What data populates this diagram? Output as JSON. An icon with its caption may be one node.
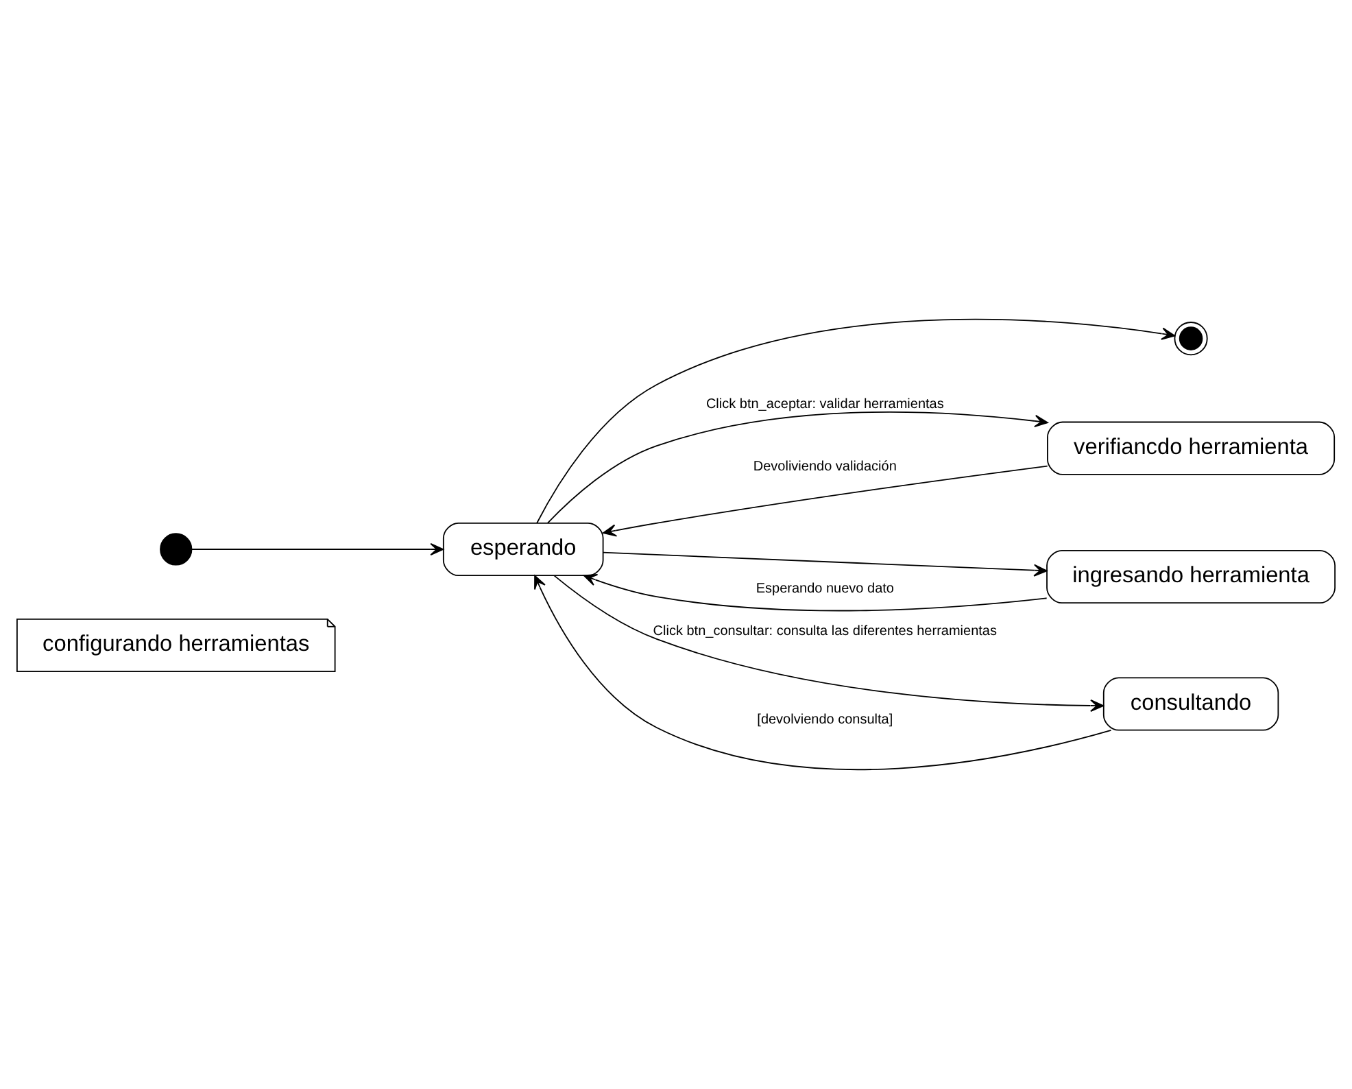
{
  "diagram": {
    "nodes": [
      {
        "text": [
          "configurando herramientas"
        ]
      },
      {
        "text": [],
        "shape": "circle"
      },
      {
        "text": [],
        "shape": "circle"
      },
      {
        "text": [
          "esperando"
        ]
      },
      {
        "text": [
          "verifiancdo herramienta"
        ]
      },
      {
        "text": [
          "ingresando herramienta"
        ]
      },
      {
        "text": [
          "consultando"
        ]
      }
    ],
    "edges": [
      {
        "from": 1,
        "to": 3,
        "arrow": "to"
      },
      {
        "from": 3,
        "to": 2,
        "arrow": "to"
      },
      {
        "from": 3,
        "to": 4,
        "arrow": "to",
        "label": "Click btn_aceptar: validar herramientas"
      },
      {
        "from": 4,
        "to": 3,
        "arrow": "to",
        "label": "Devoliviendo validación"
      },
      {
        "from": 3,
        "to": 5,
        "arrow": "to"
      },
      {
        "from": 5,
        "to": 3,
        "arrow": "to",
        "label": "Esperando nuevo dato"
      },
      {
        "from": 3,
        "to": 6,
        "arrow": "to",
        "label": "Click btn_consultar: consulta las diferentes herramientas"
      },
      {
        "from": 6,
        "to": 3,
        "arrow": "to",
        "label": "[devolviendo consulta]"
      }
    ]
  }
}
